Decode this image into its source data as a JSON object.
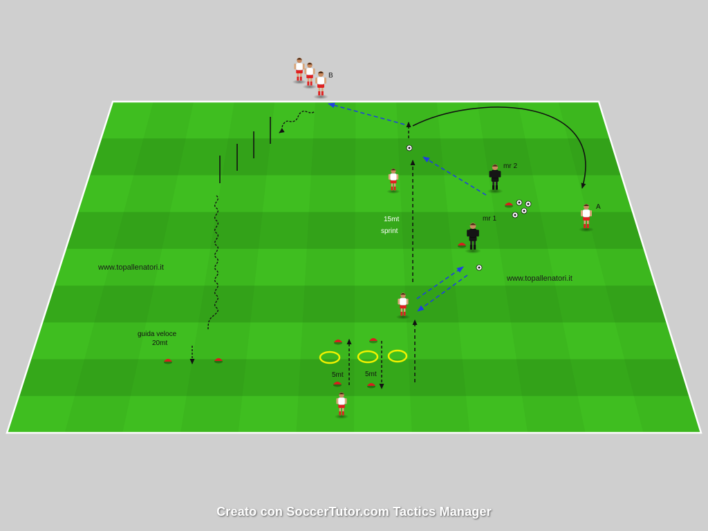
{
  "colors": {
    "pitch_light": "#3fbe20",
    "pitch_dark": "#35a81a",
    "pitch_line": "#ffffff",
    "background": "#cfcfcf",
    "pass_arrow": "#1f3fe0",
    "run_arrow": "#111111",
    "ring": "#f2f200",
    "cone": "#d81e1e",
    "team_shirt": "#ffffff",
    "team_shorts": "#e02020",
    "coach_kit": "#151515"
  },
  "labels": {
    "group_b": "B",
    "group_a": "A",
    "coach_2": "mr 2",
    "coach_1": "mr 1",
    "sprint_distance": "15mt",
    "sprint_word": "sprint",
    "dribble_line1": "guida veloce",
    "dribble_line2": "20mt",
    "gap_left": "5mt",
    "gap_right": "5mt"
  },
  "watermark": {
    "left": "www.topallenatori.it",
    "right": "www.topallenatori.it"
  },
  "footer": {
    "credit": "Creato con SoccerTutor.com Tactics Manager"
  }
}
